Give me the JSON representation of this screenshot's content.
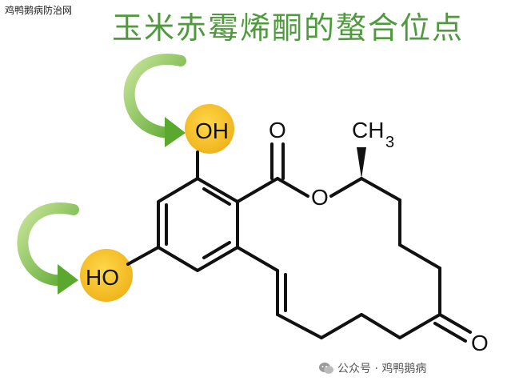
{
  "watermark_top": "鸡鸭鹅病防治网",
  "title": "玉米赤霉烯酮的螯合位点",
  "groups": {
    "oh_upper": "OH",
    "oh_lower": "HO",
    "carbonyl_o": "O",
    "ring_o": "O",
    "ketone_o": "O",
    "methyl_c": "CH",
    "methyl_sub": "3"
  },
  "footer_watermark": {
    "icon": "wechat-icon",
    "text": "公众号 · 鸡鸭鹅病"
  },
  "colors": {
    "title": "#4e9a3c",
    "highlight": "#f5c02a",
    "arrow": "#7dc24a",
    "bond": "#111111"
  }
}
